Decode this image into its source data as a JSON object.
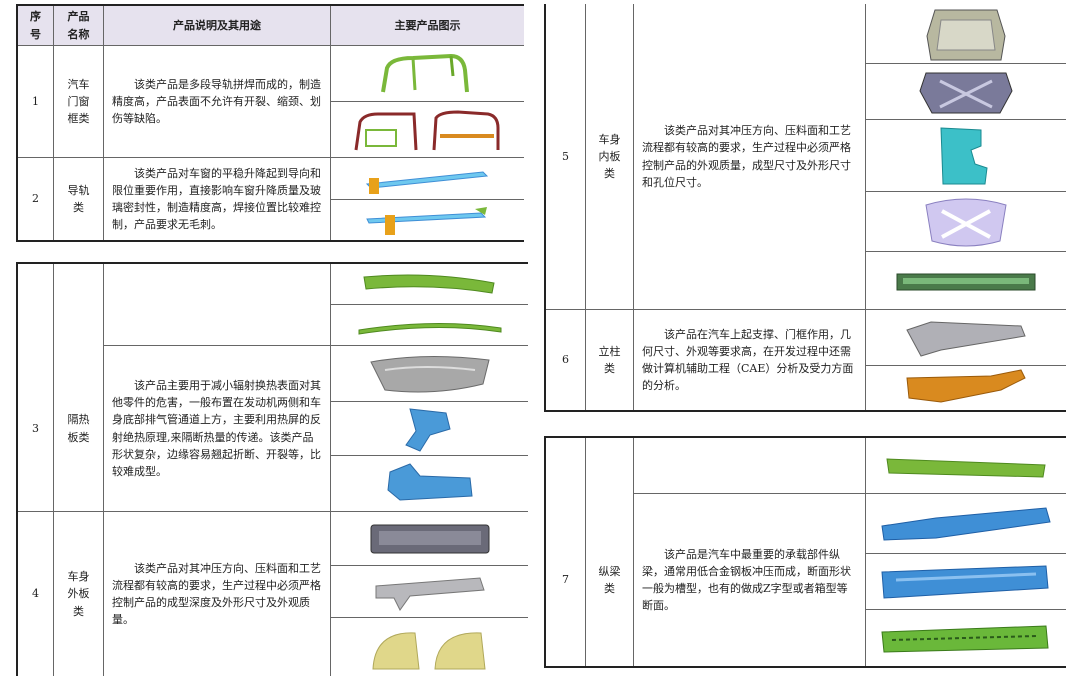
{
  "header": {
    "col_index": "序\n号",
    "col_name": "产品\n名称",
    "col_desc": "产品说明及其用途",
    "col_images": "主要产品图示"
  },
  "rows": [
    {
      "index": "1",
      "name": "汽车\n门窗\n框类",
      "desc": "该类产品是多段导轨拼焊而成的，制造精度高，产品表面不允许有开裂、缩颈、划伤等缺陷。"
    },
    {
      "index": "2",
      "name": "导轨\n类",
      "desc": "该类产品对车窗的平稳升降起到导向和限位重要作用，直接影响车窗升降质量及玻璃密封性，制造精度高，焊接位置比较难控制，产品要求无毛刺。"
    },
    {
      "index": "3",
      "name": "隔热\n板类",
      "desc": "该产品主要用于减小辐射换热表面对其他零件的危害，一般布置在发动机两侧和车身底部排气管通道上方，主要利用热屏的反射绝热原理,来隔断热量的传递。该类产品形状复杂，边缘容易翘起折断、开裂等，比较难成型。"
    },
    {
      "index": "4",
      "name": "车身\n外板\n类",
      "desc": "该类产品对其冲压方向、压料面和工艺流程都有较高的要求，生产过程中必须严格控制产品的成型深度及外形尺寸及外观质量。"
    },
    {
      "index": "5",
      "name": "车身\n内板\n类",
      "desc": "该类产品对其冲压方向、压料面和工艺流程都有较高的要求，生产过程中必须严格控制产品的外观质量，成型尺寸及外形尺寸和孔位尺寸。"
    },
    {
      "index": "6",
      "name": "立柱\n类",
      "desc": "该产品在汽车上起支撑、门框作用，几何尺寸、外观等要求高，在开发过程中还需做计算机辅助工程（CAE）分析及受力方面的分析。"
    },
    {
      "index": "7",
      "name": "纵梁\n类",
      "desc": "该产品是汽车中最重要的承载部件纵梁，通常用低合金钢板冲压而成，断面形状一般为槽型，也有的做成Z字型或者箱型等断面。"
    }
  ],
  "icons": {
    "door_frame": "door-frame-part-image",
    "rail": "guide-rail-part-image",
    "heat_shield": "heat-shield-part-image",
    "outer_panel": "outer-panel-part-image",
    "inner_panel": "inner-panel-part-image",
    "pillar": "pillar-part-image",
    "longitudinal_beam": "longitudinal-beam-part-image"
  },
  "colors": {
    "header_bg": "#e6e2ee",
    "green_part": "#7ab83a",
    "blue_part": "#3f8fd6",
    "cyan_part": "#3cc0c8",
    "grey_part": "#9a9a9a",
    "orange_part": "#d98a1f",
    "yellow_part": "#e0d78a",
    "lavender_part": "#c9c0e8"
  }
}
